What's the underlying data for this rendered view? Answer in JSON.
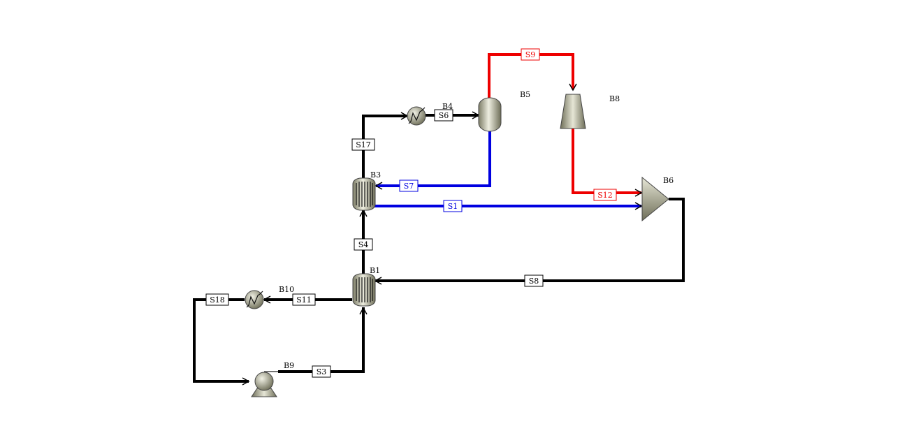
{
  "flowsheet": {
    "blocks": {
      "B1": "B1",
      "B3": "B3",
      "B4": "B4",
      "B5": "B5",
      "B6": "B6",
      "B8": "B8",
      "B9": "B9",
      "B10": "B10"
    },
    "streams": {
      "S1": "S1",
      "S3": "S3",
      "S4": "S4",
      "S6": "S6",
      "S7": "S7",
      "S8": "S8",
      "S9": "S9",
      "S11": "S11",
      "S12": "S12",
      "S17": "S17",
      "S18": "S18"
    },
    "colors": {
      "default": "#000000",
      "cold": "#0000e0",
      "hot": "#ee0000",
      "equipment_fill": "#b8b8a0"
    }
  }
}
